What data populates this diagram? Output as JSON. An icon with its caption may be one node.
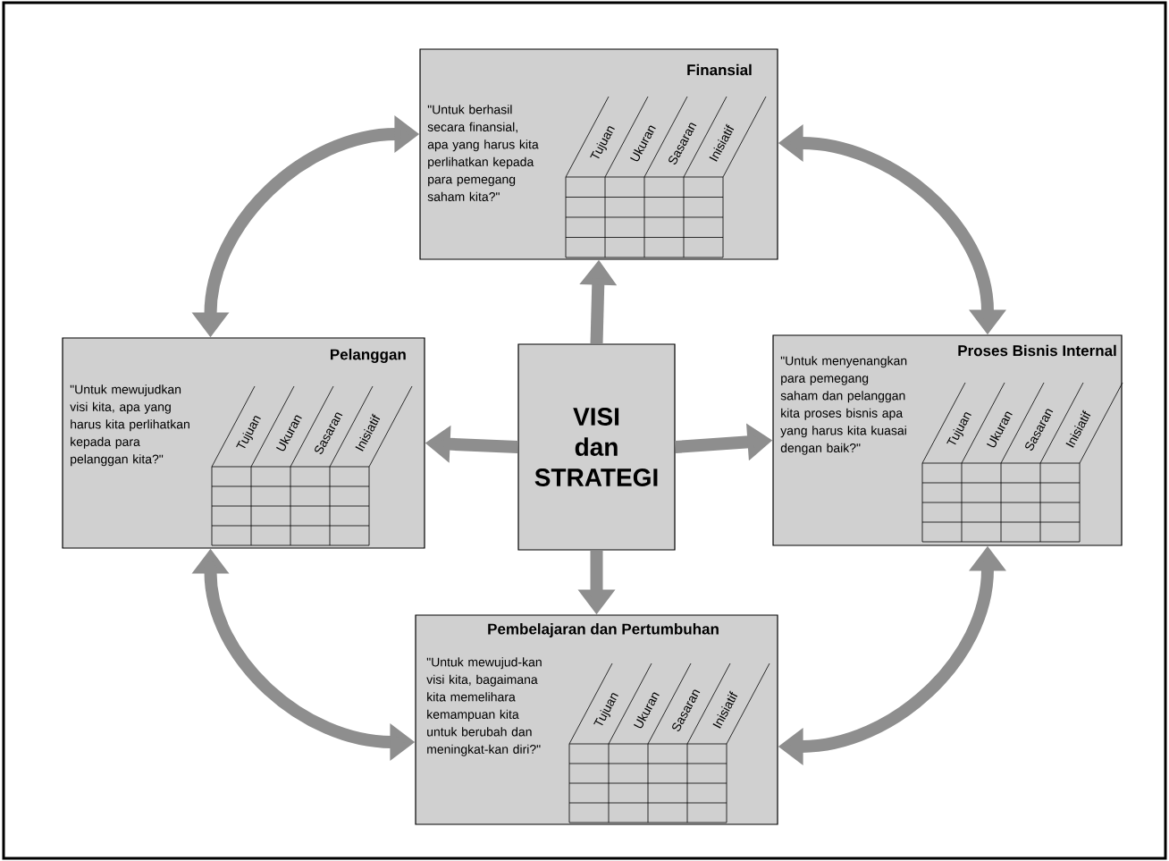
{
  "diagram": {
    "nodes": [
      {
        "text": [
          "VISI dan STRATEGI"
        ]
      },
      {
        "text": [
          "Finansial",
          "\"Untuk berhasil secara finansial, apa yang harus kita perlihatkan kepada para pemegang saham kita?\"",
          "Tujuan",
          "Ukuran",
          "Sasaran",
          "Inisiatif"
        ]
      },
      {
        "text": [
          "Pelanggan",
          "\"Untuk mewujudkan visi kita, apa yang harus kita perlihatkan kepada para pelanggan kita?\"",
          "Tujuan",
          "Ukuran",
          "Sasaran",
          "Inisiatif"
        ]
      },
      {
        "text": [
          "Proses Bisnis Internal",
          "\"Untuk menyenangkan para pemegang saham dan pelanggan kita proses bisnis apa yang harus kita kuasai dengan baik?\"",
          "Tujuan",
          "Ukuran",
          "Sasaran",
          "Inisiatif"
        ]
      },
      {
        "text": [
          "Pembelajaran dan Pertumbuhan",
          "\"Untuk mewujud-kan visi kita, bagaimana kita memelihara kemampuan kita untuk berubah dan meningkat-kan diri?\"",
          "Tujuan",
          "Ukuran",
          "Sasaran",
          "Inisiatif"
        ]
      }
    ],
    "edges": [
      {
        "from": 0,
        "to": 1,
        "arrow": "to"
      },
      {
        "from": 0,
        "to": 2,
        "arrow": "to"
      },
      {
        "from": 0,
        "to": 3,
        "arrow": "to"
      },
      {
        "from": 0,
        "to": 4,
        "arrow": "to"
      },
      {
        "from": 1,
        "to": 3,
        "arrow": "both"
      },
      {
        "from": 3,
        "to": 4,
        "arrow": "both"
      },
      {
        "from": 4,
        "to": 2,
        "arrow": "both"
      },
      {
        "from": 2,
        "to": 1,
        "arrow": "both"
      }
    ]
  }
}
